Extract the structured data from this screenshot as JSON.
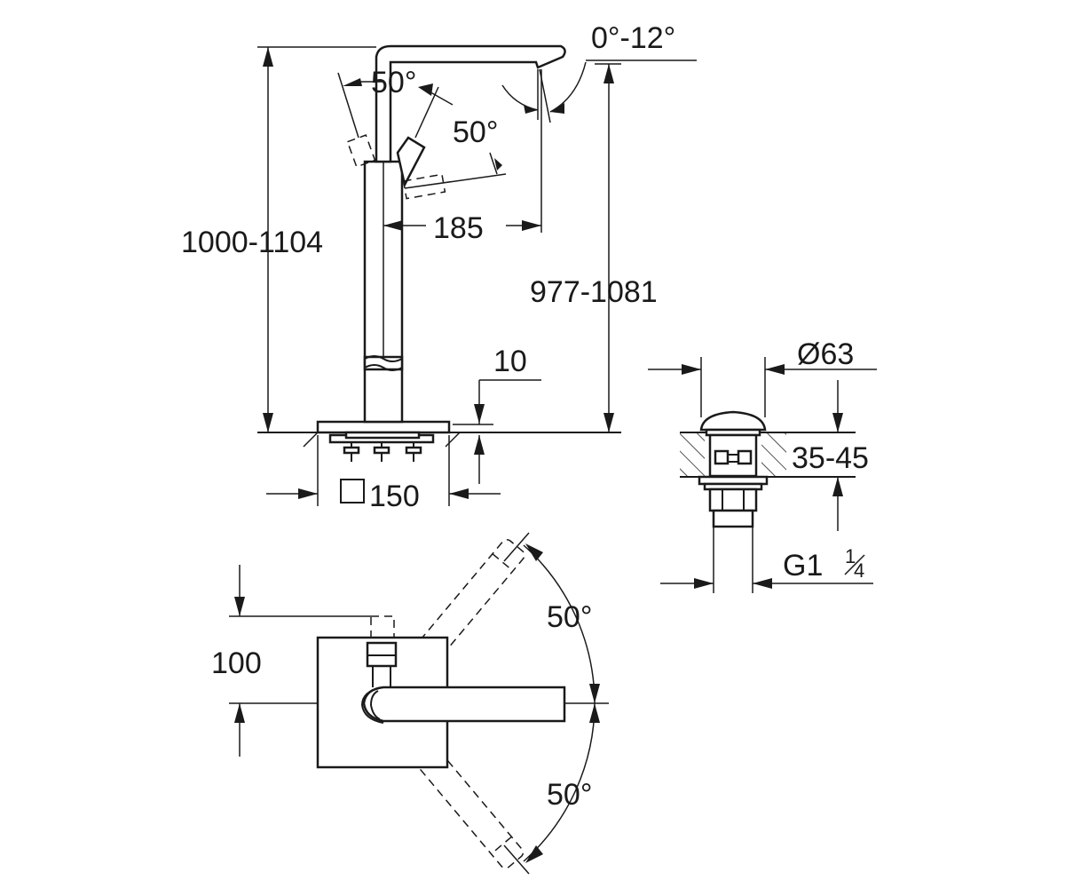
{
  "side_view": {
    "total_height": "1000-1104",
    "spout_height": "977-1081",
    "spout_reach": "185",
    "lever_angle_left": "50°",
    "lever_angle_right": "50°",
    "spout_tilt": "0°-12°",
    "base_offset": "10",
    "base_size": "150"
  },
  "waste_view": {
    "diameter": "Ø63",
    "thickness": "35-45",
    "thread": "G1",
    "thread_fraction_num": "1",
    "thread_fraction_den": "4"
  },
  "top_view": {
    "offset": "100",
    "swivel_angle_top": "50°",
    "swivel_angle_bottom": "50°"
  }
}
